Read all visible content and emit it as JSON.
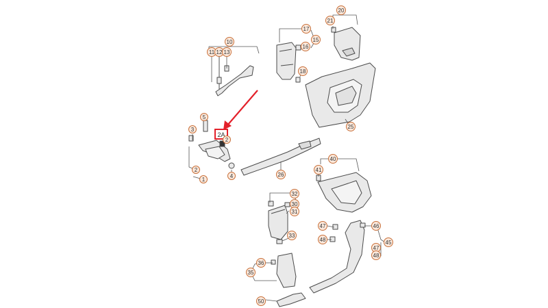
{
  "colors": {
    "callout_border": "#c8703a",
    "callout_fill": "#fbe9dc",
    "callout_text": "#333333",
    "part_fill": "#e9e9e9",
    "part_stroke": "#4a4a4a",
    "leader": "#555555",
    "highlight": "#e3202a"
  },
  "highlight": {
    "label": "2A"
  },
  "callouts": [
    {
      "id": "c1",
      "label": "1"
    },
    {
      "id": "c2",
      "label": "2"
    },
    {
      "id": "c3",
      "label": "3"
    },
    {
      "id": "c4",
      "label": "4"
    },
    {
      "id": "c5",
      "label": "5"
    },
    {
      "id": "c2b",
      "label": "2"
    },
    {
      "id": "c10",
      "label": "10"
    },
    {
      "id": "c11",
      "label": "11"
    },
    {
      "id": "c12",
      "label": "12"
    },
    {
      "id": "c13",
      "label": "13"
    },
    {
      "id": "c15",
      "label": "15"
    },
    {
      "id": "c16",
      "label": "16"
    },
    {
      "id": "c17",
      "label": "17"
    },
    {
      "id": "c18",
      "label": "18"
    },
    {
      "id": "c20",
      "label": "20"
    },
    {
      "id": "c21",
      "label": "21"
    },
    {
      "id": "c25",
      "label": "25"
    },
    {
      "id": "c26",
      "label": "26"
    },
    {
      "id": "c30",
      "label": "30"
    },
    {
      "id": "c31",
      "label": "31"
    },
    {
      "id": "c32",
      "label": "32"
    },
    {
      "id": "c33",
      "label": "33"
    },
    {
      "id": "c35",
      "label": "35"
    },
    {
      "id": "c36",
      "label": "36"
    },
    {
      "id": "c40",
      "label": "40"
    },
    {
      "id": "c41",
      "label": "41"
    },
    {
      "id": "c45",
      "label": "45"
    },
    {
      "id": "c46",
      "label": "46"
    },
    {
      "id": "c47",
      "label": "47"
    },
    {
      "id": "c47b",
      "label": "47"
    },
    {
      "id": "c48",
      "label": "48"
    },
    {
      "id": "c48b",
      "label": "48"
    },
    {
      "id": "c50",
      "label": "50"
    }
  ]
}
